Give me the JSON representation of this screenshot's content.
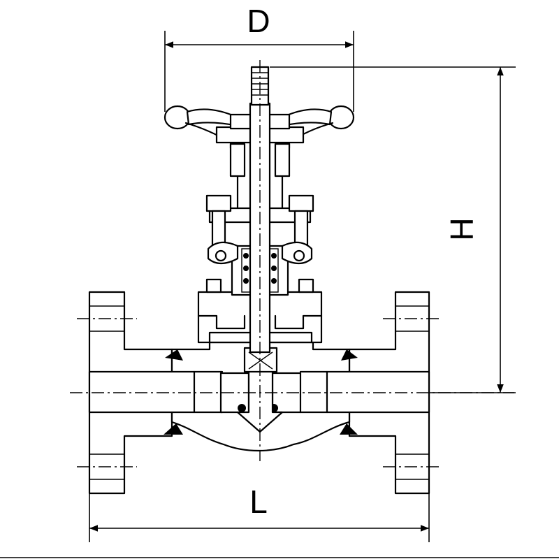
{
  "dimensions": {
    "handwheel_diameter": "D",
    "height": "H",
    "length": "L"
  }
}
